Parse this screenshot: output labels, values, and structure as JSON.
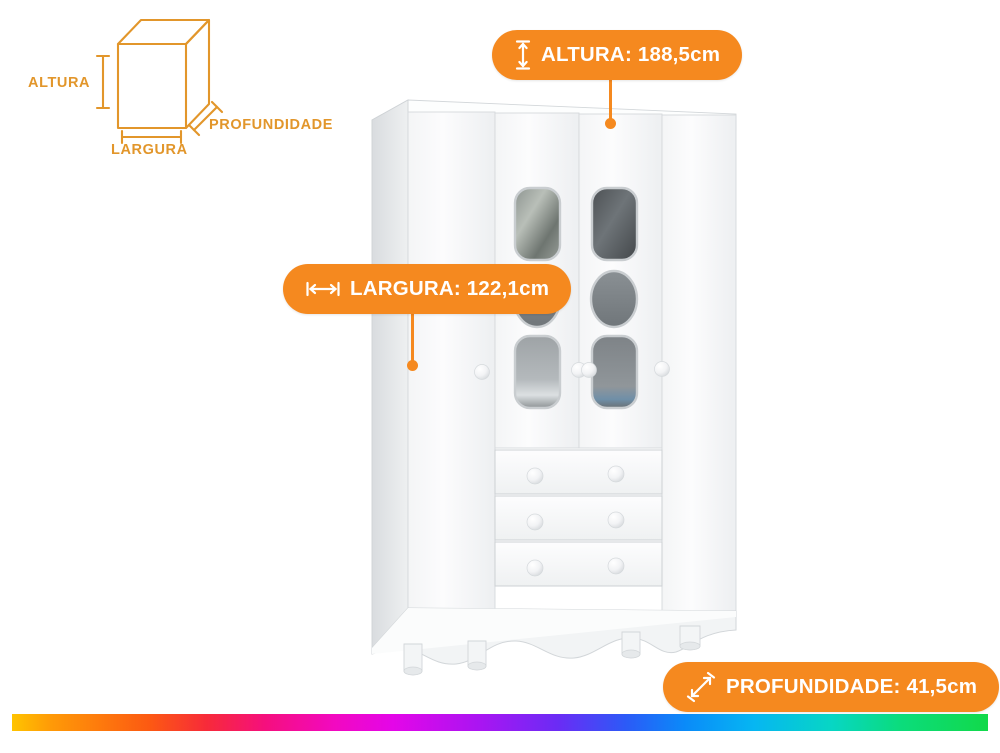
{
  "page": {
    "type": "product-dimensions-infographic",
    "background_color": "#FFFFFF",
    "accent_color": "#F5891F",
    "legend_color": "#E2962B"
  },
  "legend": {
    "name": "dimension-legend-cube",
    "altura_label": "ALTURA",
    "largura_label": "LARGURA",
    "profundidade_label": "PROFUNDIDADE"
  },
  "badges": {
    "altura": {
      "label": "ALTURA: 188,5cm",
      "dimension": "ALTURA",
      "value": "188,5cm",
      "icon": "vertical-double-arrow-icon",
      "color": "#F5891F"
    },
    "largura": {
      "label": "LARGURA: 122,1cm",
      "dimension": "LARGURA",
      "value": "122,1cm",
      "icon": "horizontal-double-arrow-icon",
      "color": "#F5891F"
    },
    "profundidade": {
      "label": "PROFUNDIDADE: 41,5cm",
      "dimension": "PROFUNDIDADE",
      "value": "41,5cm",
      "icon": "diagonal-double-arrow-icon",
      "color": "#F5891F"
    }
  },
  "product": {
    "name": "white-4-door-wardrobe",
    "doors": 4,
    "drawers": 3,
    "legs": 4,
    "door_knobs": 4,
    "drawer_knobs_per_drawer": 2,
    "glass_cutouts_per_center_door": 3,
    "body_color": "#FFFFFF",
    "shade_color": "#E3E5E7"
  },
  "footer": {
    "rainbow_bar": "color-spectrum-bar"
  }
}
